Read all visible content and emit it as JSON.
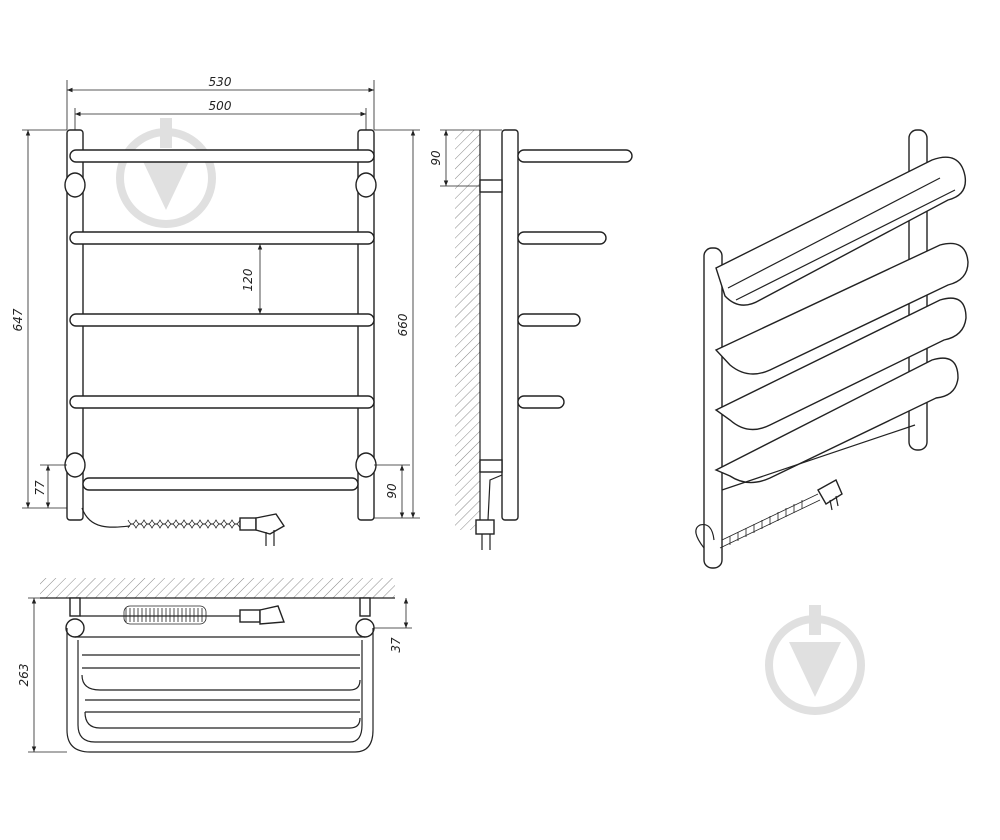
{
  "dimensions": {
    "overall_width": "530",
    "inner_width": "500",
    "rung_spacing": "120",
    "mount_height": "647",
    "total_height": "660",
    "bottom_offset_left": "77",
    "bottom_offset_right": "90",
    "side_top_offset": "90",
    "depth": "263",
    "wall_gap": "37"
  },
  "watermark": {
    "icon": "down-arrow-circle-icon",
    "color": "#dddddd"
  },
  "colors": {
    "line": "#222222",
    "hatch": "#888888"
  }
}
